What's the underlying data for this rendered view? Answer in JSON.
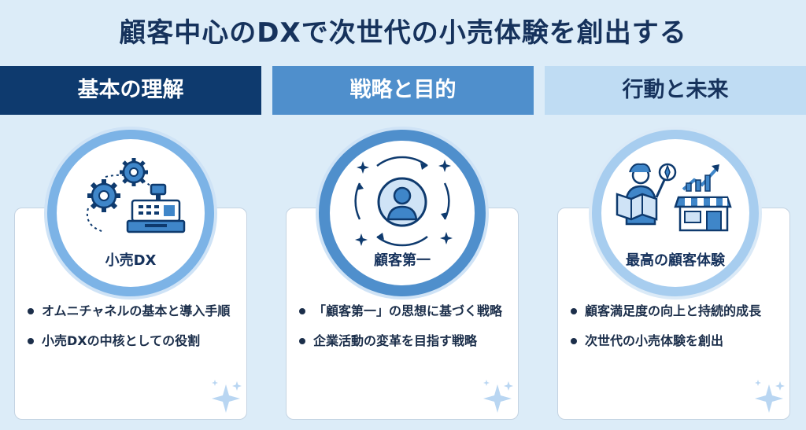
{
  "title": "顧客中心のDXで次世代の小売体験を創出する",
  "tabs": [
    "基本の理解",
    "戦略と目的",
    "行動と未来"
  ],
  "columns": [
    {
      "ring_label": "小売DX",
      "icon": "gears-cash-register-icon",
      "bullets": [
        "オムニチャネルの基本と導入手順",
        "小売DXの中核としての役割"
      ]
    },
    {
      "ring_label": "顧客第一",
      "icon": "customer-cycle-icon",
      "bullets": [
        "「顧客第一」の思想に基づく戦略",
        "企業活動の変革を目指す戦略"
      ]
    },
    {
      "ring_label": "最高の顧客体験",
      "icon": "shopper-store-growth-icon",
      "bullets": [
        "顧客満足度の向上と持続的成長",
        "次世代の小売体験を創出"
      ]
    }
  ],
  "colors": {
    "background": "#dcecf8",
    "navy": "#0e3a6e",
    "mid_blue": "#4f8fcc",
    "light_blue": "#bfdcf3",
    "text": "#16325c"
  }
}
